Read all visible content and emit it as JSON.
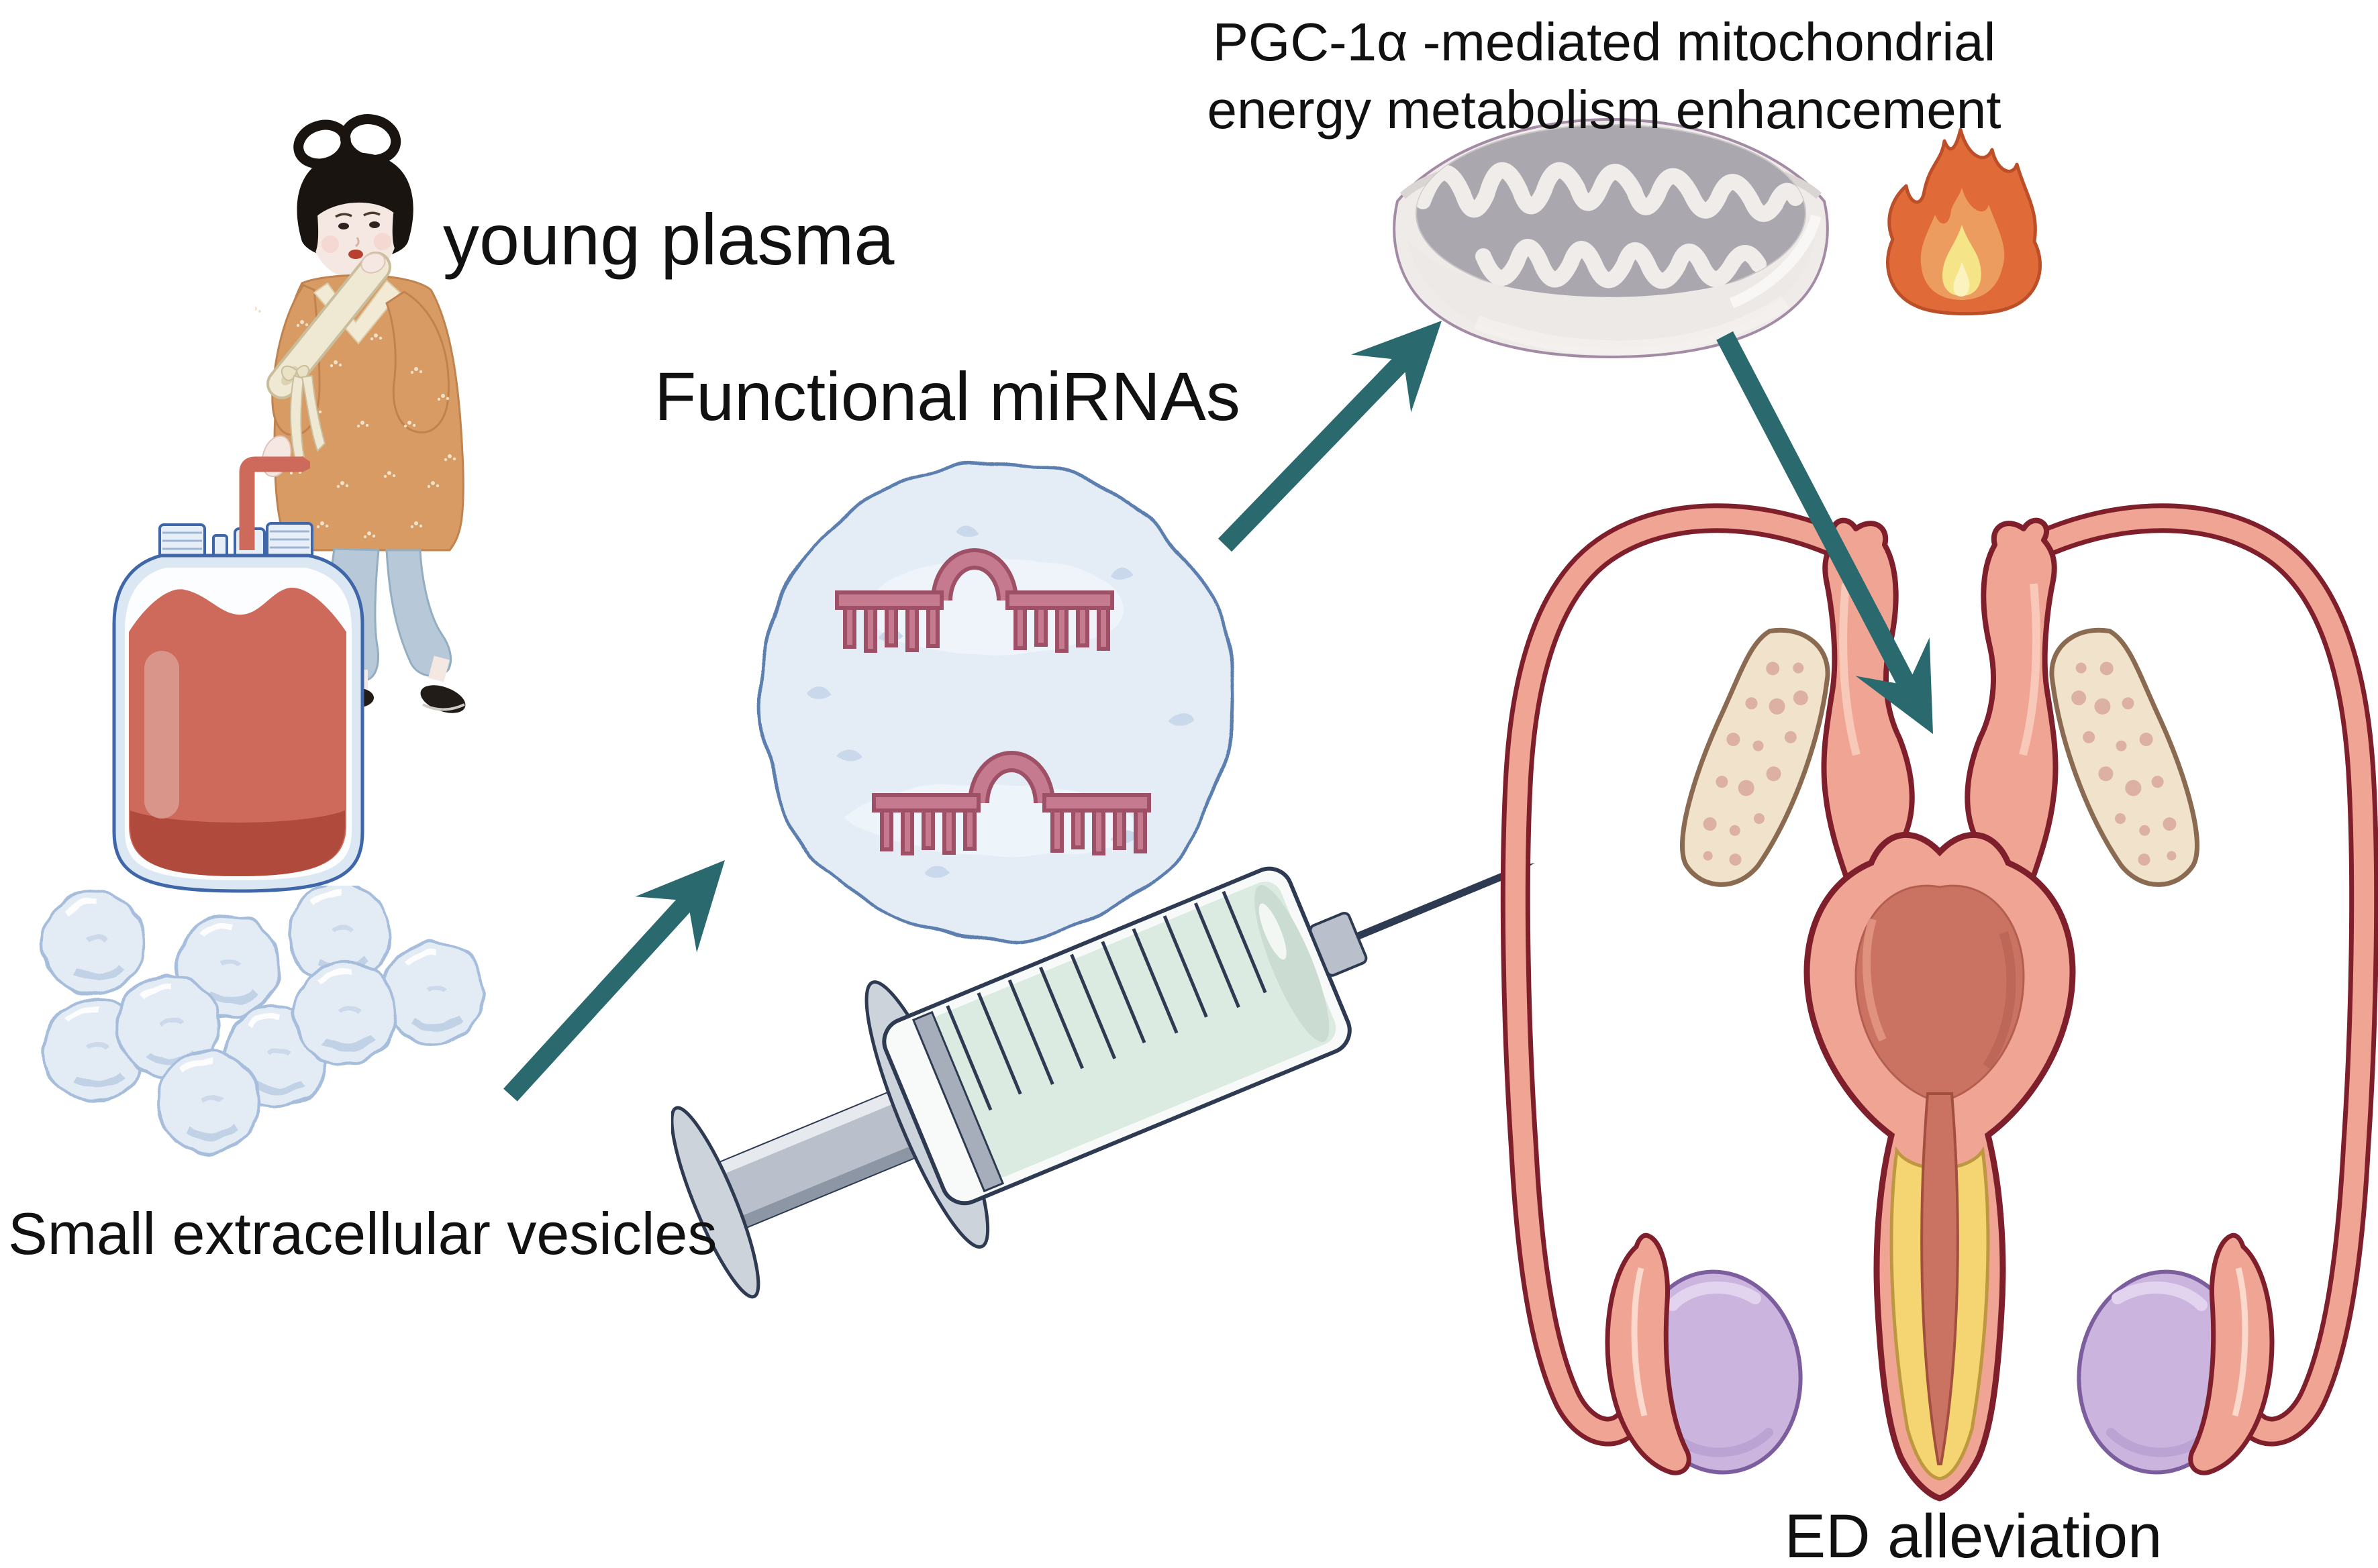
{
  "figure": {
    "labels": {
      "young_plasma": "young plasma",
      "functional_mirnas": "Functional miRNAs",
      "pgc_line1": "PGC-1α -mediated mitochondrial",
      "pgc_line2": "energy metabolism enhancement",
      "small_ev": "Small extracellular vesicles",
      "ed_alleviation": "ED alleviation"
    },
    "palette": {
      "text_color": "#111111",
      "arrow_teal": "#2A6A6E",
      "blood_red": "#CE6A5B",
      "blood_dark": "#B04A3C",
      "bag_outline_blue": "#3F66A8",
      "vesicle_fill": "#E3EBF5",
      "vesicle_stroke": "#A6BEDC",
      "mirna_fill": "#C67A90",
      "mirna_stroke": "#9E5166",
      "syringe_fluid_mint": "#DCEBE1",
      "syringe_outline": "#2E3A52",
      "mito_outer_cream": "#EFEBE8",
      "mito_matrix_gray": "#ABA7AE",
      "flame_outer": "#E06A38",
      "flame_mid": "#EC9C5F",
      "flame_inner": "#F6E488",
      "organ_salmon": "#F0A493",
      "organ_outline_maroon": "#7E1F2B",
      "testis_lavender": "#CBB5DF",
      "corpus_yellow": "#F4D572",
      "robe_orange": "#D89B63",
      "pants_blue": "#B7C9D8"
    }
  }
}
